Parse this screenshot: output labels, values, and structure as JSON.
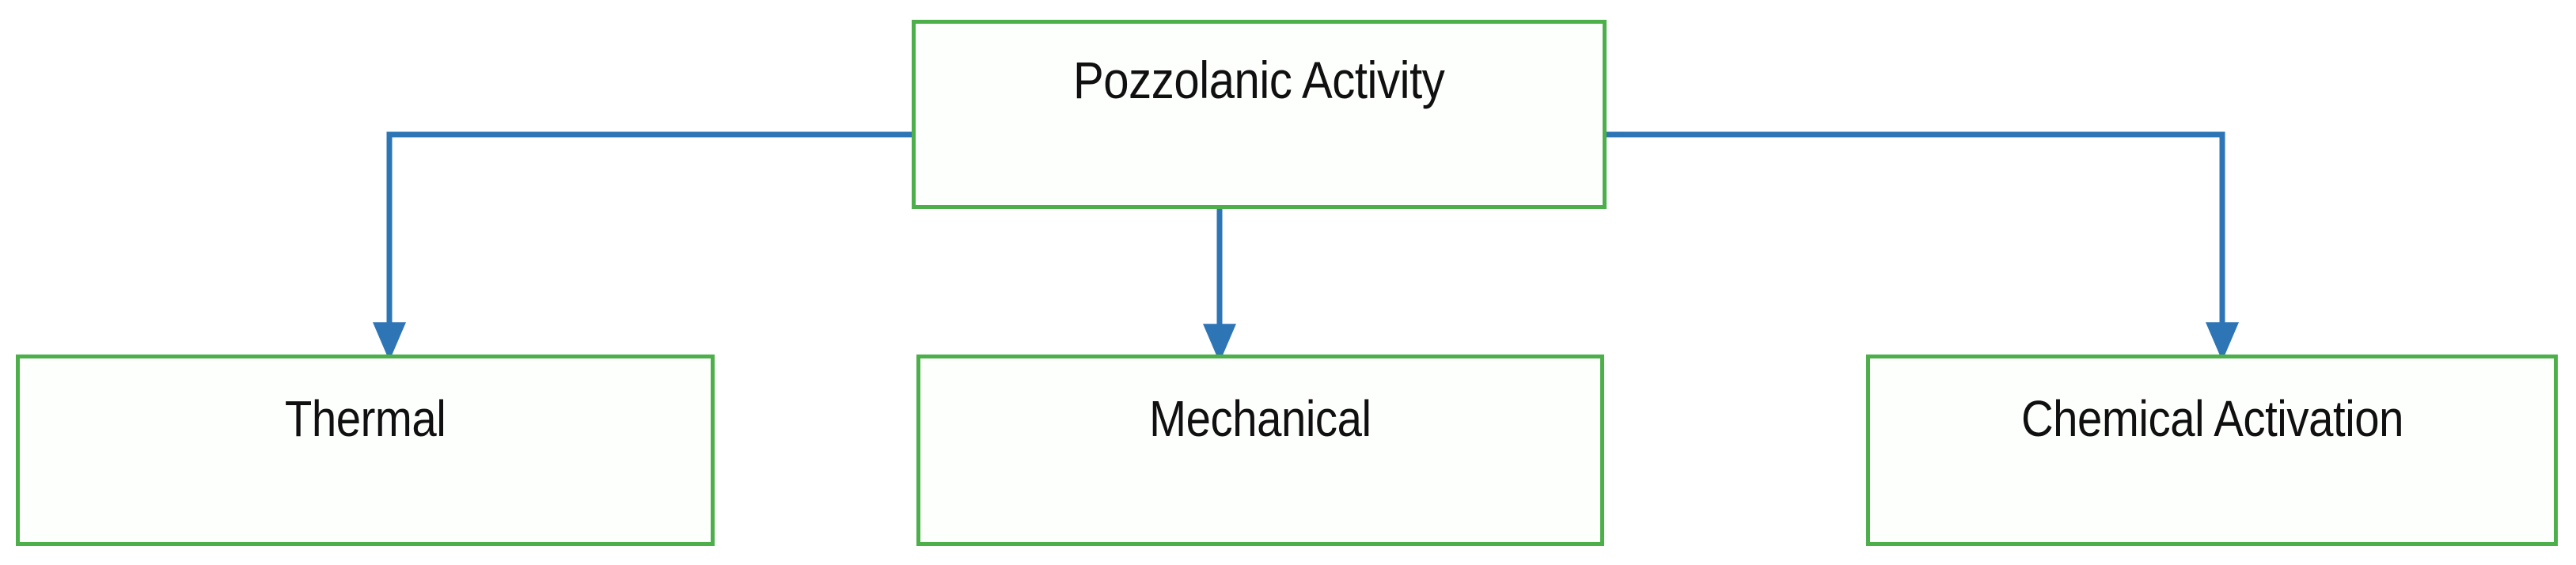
{
  "diagram": {
    "title_node": {
      "label": "Pozzolanic Activity",
      "name": "pozzolanic-activity"
    },
    "children": [
      {
        "label": "Thermal",
        "name": "thermal"
      },
      {
        "label": "Mechanical",
        "name": "mechanical"
      },
      {
        "label": "Chemical Activation",
        "name": "chemical-activation"
      }
    ],
    "colors": {
      "node_border": "#4CAF4A",
      "node_fill": "#fdfffd",
      "connector": "#2E75B6",
      "text": "#101010",
      "background": "#ffffff"
    },
    "connectors": [
      {
        "name": "root-to-thermal",
        "style": "elbow-left-arrow-down"
      },
      {
        "name": "root-to-mechanical",
        "style": "straight-arrow-down"
      },
      {
        "name": "root-to-chemical",
        "style": "elbow-right-arrow-down"
      }
    ]
  },
  "chart_data": {
    "type": "diagram",
    "title": "Pozzolanic Activity",
    "layout": "tree-one-level",
    "nodes": [
      {
        "id": "root",
        "label": "Pozzolanic Activity",
        "level": 0
      },
      {
        "id": "thermal",
        "label": "Thermal",
        "level": 1
      },
      {
        "id": "mechanical",
        "label": "Mechanical",
        "level": 1
      },
      {
        "id": "chemical",
        "label": "Chemical Activation",
        "level": 1
      }
    ],
    "edges": [
      {
        "from": "root",
        "to": "thermal"
      },
      {
        "from": "root",
        "to": "mechanical"
      },
      {
        "from": "root",
        "to": "chemical"
      }
    ]
  }
}
